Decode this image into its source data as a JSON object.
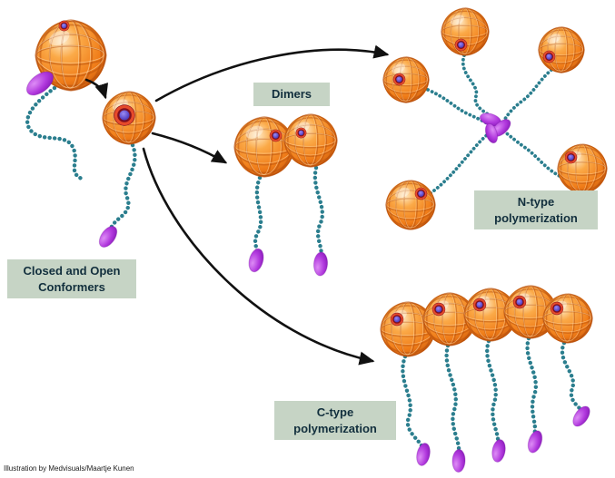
{
  "figure": {
    "attribution": "Illustration by Medvisuals/Maartje Kunen"
  },
  "labels": {
    "dimers": {
      "text": "Dimers"
    },
    "n_type": {
      "line1": "N-type",
      "line2": "polymerization"
    },
    "conformers": {
      "line1": "Closed and Open",
      "line2": "Conformers"
    },
    "c_type": {
      "line1": "C-type",
      "line2": "polymerization"
    }
  },
  "colors": {
    "background": "#ffffff",
    "label_bg": "#c6d4c5",
    "label_text": "#122f3d",
    "sphere_orange": "#f0821c",
    "sphere_mesh": "#b84f0c",
    "tail": "#2b7e8e",
    "blob_purple": "#a832d6",
    "opening_ring": "#e64a2a",
    "opening_core": "#5b49c9",
    "arrow": "#111111"
  },
  "diagram": {
    "type": "pathway-illustration",
    "components": [
      {
        "name": "closed-conformer",
        "monomers": 1
      },
      {
        "name": "open-conformer",
        "monomers": 1
      },
      {
        "name": "dimer",
        "monomers": 2
      },
      {
        "name": "n-type-polymer",
        "monomers": 5,
        "topology": "radial-hub"
      },
      {
        "name": "c-type-polymer",
        "monomers": 5,
        "topology": "linear-chain"
      }
    ],
    "arrows": [
      {
        "from": "closed-conformer",
        "to": "open-conformer"
      },
      {
        "from": "open-conformer",
        "to": "dimers"
      },
      {
        "from": "open-conformer",
        "to": "n-type-polymerization"
      },
      {
        "from": "open-conformer",
        "to": "c-type-polymerization"
      }
    ]
  }
}
